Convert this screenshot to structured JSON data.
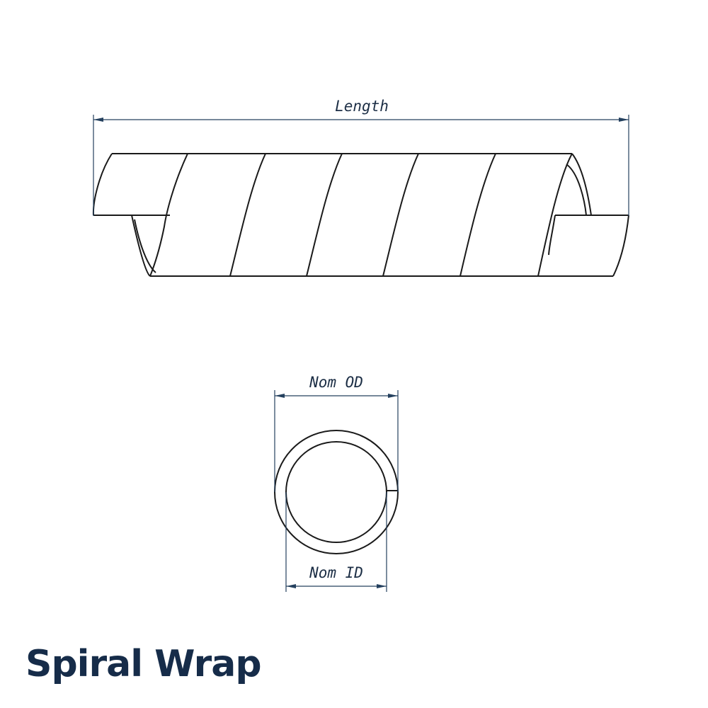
{
  "title": "Spiral Wrap",
  "dimensions": {
    "length": "Length",
    "outer_diameter": "Nom OD",
    "inner_diameter": "Nom ID"
  },
  "colors": {
    "title": "#162c49",
    "dimension_line": "#24405e",
    "outline": "#1a1a1a"
  }
}
